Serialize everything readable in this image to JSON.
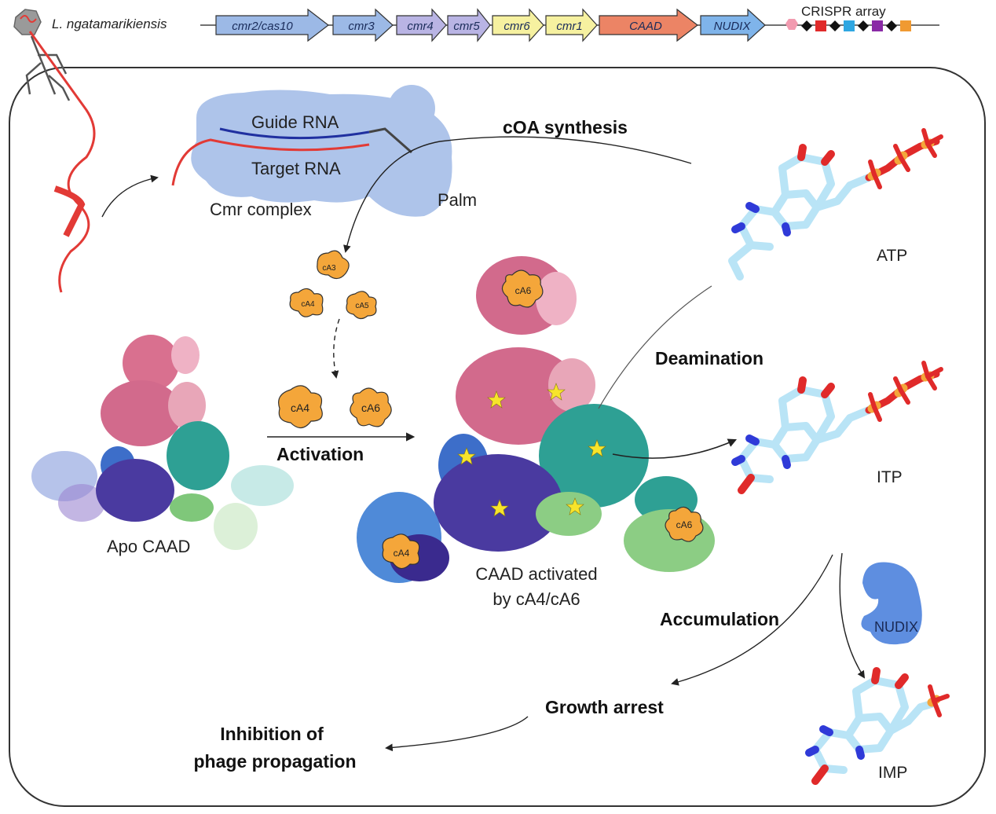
{
  "header": {
    "organism": "L. ngatamarikiensis",
    "genes": [
      "cmr2/cas10",
      "cmr3",
      "cmr4",
      "cmr5",
      "cmr6",
      "cmr1",
      "CAAD",
      "NUDIX"
    ],
    "crispr_label": "CRISPR array"
  },
  "cmr": {
    "guide": "Guide RNA",
    "target": "Target RNA",
    "complex": "Cmr complex",
    "palm": "Palm"
  },
  "process": {
    "coa_synthesis": "cOA synthesis",
    "activation": "Activation",
    "deamination": "Deamination",
    "accumulation": "Accumulation",
    "growth_arrest": "Growth arrest",
    "inhibition_line1": "Inhibition of",
    "inhibition_line2": "phage propagation"
  },
  "proteins": {
    "apo": "Apo CAAD",
    "activated_line1": "CAAD activated",
    "activated_line2": "by cA4/cA6",
    "nudix": "NUDIX"
  },
  "molecules": {
    "atp": "ATP",
    "itp": "ITP",
    "imp": "IMP"
  },
  "ligands": {
    "ca3": "cA3",
    "ca4": "cA4",
    "ca5": "cA5",
    "ca6": "cA6"
  },
  "colors": {
    "gene_blue": "#9cb9e6",
    "gene_purple": "#b9b4e4",
    "gene_yellow": "#f6f1a0",
    "gene_caad": "#ec8465",
    "gene_nudix": "#7fb4ea",
    "cmr_body": "#aec4ea",
    "pink": "#d9708f",
    "teal": "#35a79b",
    "indigo": "#4f3ea6",
    "green": "#8ccd84",
    "ligand": "#f4a63a",
    "phage_red": "#e23a36"
  }
}
